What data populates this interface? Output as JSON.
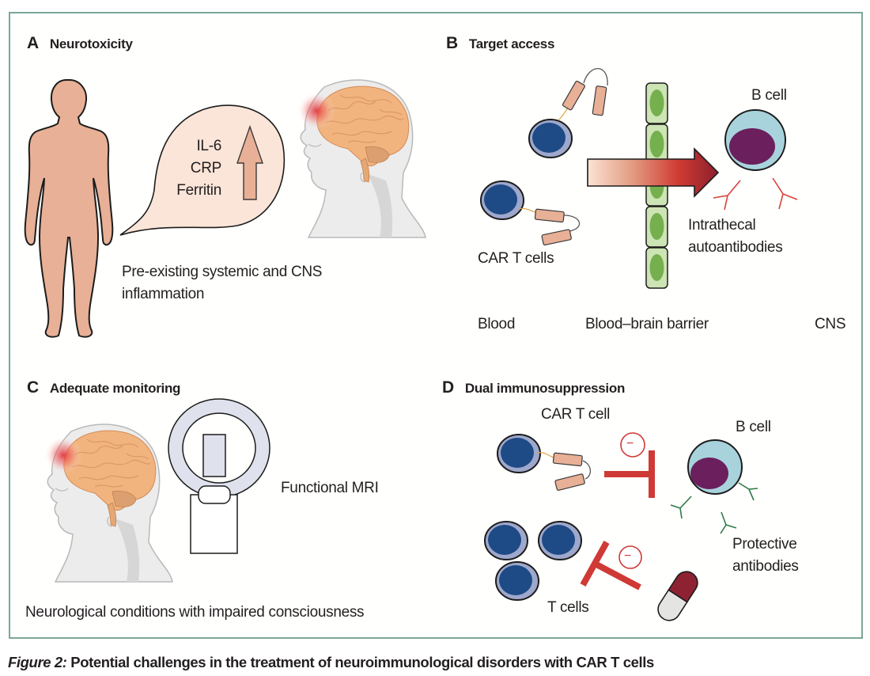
{
  "figure": {
    "caption_label": "Figure 2:",
    "caption_text": " Potential challenges in the treatment of neuroimmunological disorders with CAR T cells"
  },
  "panels": {
    "a": {
      "letter": "A",
      "title": "Neurotoxicity",
      "markers": [
        "IL-6",
        "CRP",
        "Ferritin"
      ],
      "description_line1": "Pre-existing systemic and CNS",
      "description_line2": "inflammation",
      "icons": [
        "human-body-icon",
        "speech-bubble-icon",
        "up-arrow-icon",
        "head-brain-icon"
      ]
    },
    "b": {
      "letter": "B",
      "title": "Target access",
      "b_cell_label": "B cell",
      "car_t_label": "CAR T cells",
      "autoantibodies_line1": "Intrathecal",
      "autoantibodies_line2": "autoantibodies",
      "region_blood": "Blood",
      "region_barrier": "Blood–brain barrier",
      "region_cns": "CNS"
    },
    "c": {
      "letter": "C",
      "title": "Adequate monitoring",
      "mri_label": "Functional MRI",
      "description": "Neurological conditions with impaired consciousness"
    },
    "d": {
      "letter": "D",
      "title": "Dual immunosuppression",
      "car_t_label": "CAR T cell",
      "b_cell_label": "B cell",
      "t_cells_label": "T cells",
      "antibodies_line1": "Protective",
      "antibodies_line2": "antibodies",
      "inhibit_symbol": "−"
    }
  },
  "colors": {
    "frame_border": "#7aa896",
    "skin": "#e8b096",
    "bubble": "#fbe5d8",
    "t_cell_nucleus": "#1e4a86",
    "t_cell_membrane": "#9ea8cc",
    "b_cell_cytoplasm": "#a8d3dc",
    "b_cell_nucleus": "#6b1f5c",
    "barrier_cell": "#cde4b4",
    "barrier_nucleus": "#76b04e",
    "inhibition": "#cf3a36",
    "autoantibody": "#d8403a",
    "protective_antibody": "#2f7a4a",
    "pill_top": "#8e2233",
    "pill_bottom": "#e4e5e3"
  }
}
